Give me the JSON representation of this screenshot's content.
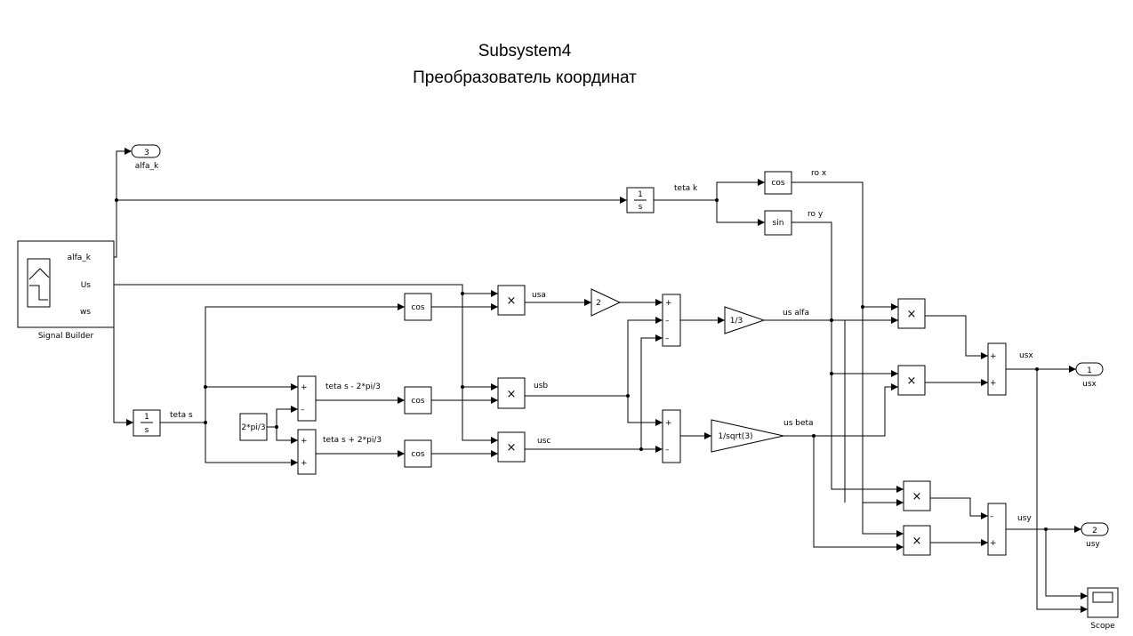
{
  "diagram": {
    "title": "Subsystem4",
    "subtitle": "Преобразователь координат",
    "signal_builder": {
      "name": "Signal Builder",
      "ports": [
        "alfa_k",
        "Us",
        "ws"
      ]
    },
    "integrators": {
      "numerator": "1",
      "denominator": "s"
    },
    "trig": {
      "cos": "cos",
      "sin": "sin"
    },
    "constant": "2*pi/3",
    "gains": {
      "g2": "2",
      "g13": "1/3",
      "gsqrt": "1/sqrt(3)"
    },
    "product_symbol": "×",
    "scope": "Scope",
    "outports": {
      "alfa_k": {
        "num": "3",
        "name": "alfa_k"
      },
      "usx": {
        "num": "1",
        "name": "usx"
      },
      "usy": {
        "num": "2",
        "name": "usy"
      }
    },
    "signs": {
      "plus": "+",
      "minus": "–"
    },
    "signals": {
      "teta_k": "teta k",
      "ro_x": "ro x",
      "ro_y": "ro y",
      "usa": "usa",
      "usb": "usb",
      "usc": "usc",
      "teta_s": "teta s",
      "teta_s_minus": "teta s - 2*pi/3",
      "teta_s_plus": "teta s + 2*pi/3",
      "us_alfa": "us alfa",
      "us_beta": "us beta",
      "usx": "usx",
      "usy": "usy"
    }
  }
}
